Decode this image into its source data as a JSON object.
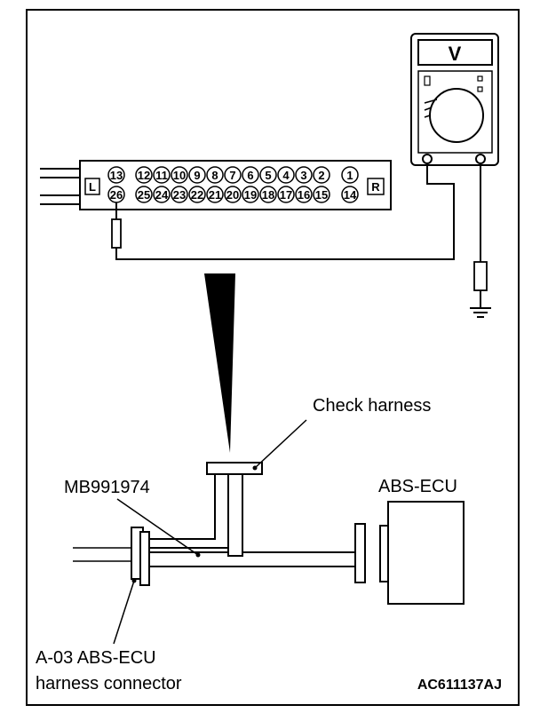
{
  "labels": {
    "check_harness": "Check harness",
    "abs_ecu": "ABS-ECU",
    "mb_tool": "MB991974",
    "connector_line1": "A-03 ABS-ECU",
    "connector_line2": "harness connector",
    "figure_code": "AC611137AJ"
  },
  "voltmeter": {
    "symbol": "V"
  },
  "connector": {
    "left_marker": "L",
    "right_marker": "R",
    "top_row": [
      "13",
      "12",
      "11",
      "10",
      "9",
      "8",
      "7",
      "6",
      "5",
      "4",
      "3",
      "2",
      "1"
    ],
    "bottom_row": [
      "26",
      "25",
      "24",
      "23",
      "22",
      "21",
      "20",
      "19",
      "18",
      "17",
      "16",
      "15",
      "14"
    ]
  },
  "icons": [
    "ground-icon",
    "probe-icon",
    "voltmeter-icon",
    "pointer-wedge-icon"
  ]
}
